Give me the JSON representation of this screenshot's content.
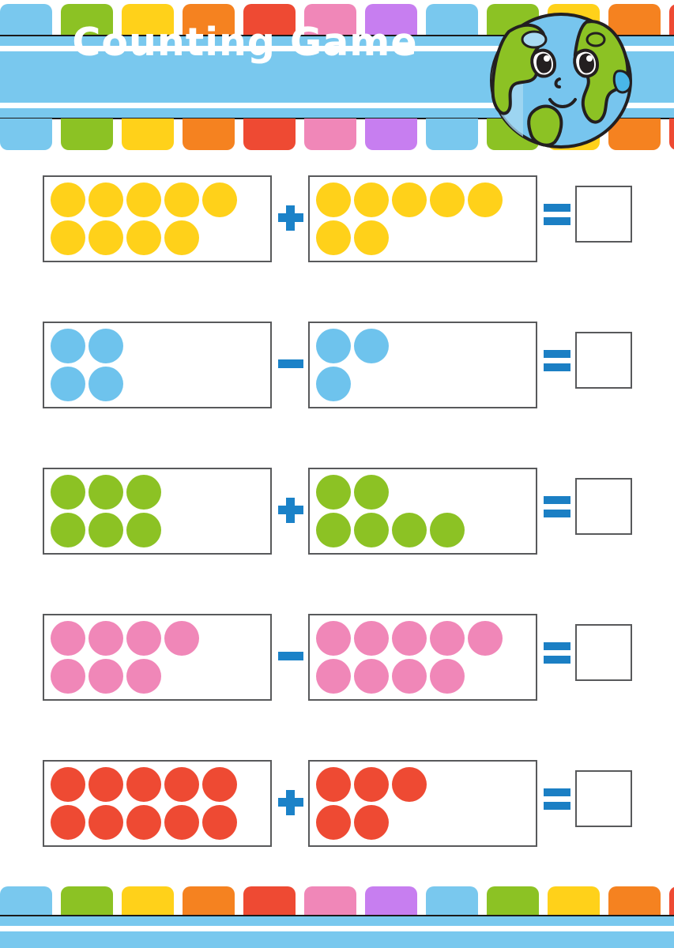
{
  "header": {
    "title": "Counting Game",
    "banner_color": "#79c8ee",
    "title_color": "#ffffff",
    "mascot": "earth-globe-character",
    "mascot_colors": {
      "ocean": "#77c5ee",
      "ocean_light": "#a9daf2",
      "land": "#8cc224",
      "outline": "#231f20",
      "eye_white": "#ffffff",
      "pupil": "#231f20"
    }
  },
  "decor": {
    "top_tile_colors": [
      "#79c8ee",
      "#8cc224",
      "#ffd11a",
      "#f58220",
      "#ee4a33",
      "#f087b8",
      "#c77ef0",
      "#79c8ee",
      "#8cc224",
      "#ffd11a",
      "#f58220",
      "#ee4a33"
    ],
    "bottom_tile_colors": [
      "#79c8ee",
      "#8cc224",
      "#ffd11a",
      "#f58220",
      "#ee4a33",
      "#f087b8",
      "#c77ef0",
      "#79c8ee",
      "#8cc224",
      "#ffd11a",
      "#f58220",
      "#ee4a33"
    ]
  },
  "palette": {
    "yellow": "#ffd11a",
    "blue": "#6ec3ed",
    "green": "#8cc224",
    "pink": "#f087b8",
    "red": "#ee4a33",
    "operator_blue": "#1b82c8",
    "equals_blue": "#1b7fc4",
    "box_border": "#58595b"
  },
  "chart_data": {
    "type": "table",
    "title": "Counting Game",
    "description": "Five picture-counting arithmetic problems; each shows two boxes of colored dots joined by an operator, with an empty answer box after the equals sign.",
    "columns": [
      "left_count",
      "operator",
      "right_count",
      "equals",
      "answer"
    ],
    "rows": [
      {
        "index": 1,
        "color": "yellow",
        "color_hex": "#ffd11a",
        "left_count": 9,
        "left_rows": [
          5,
          4
        ],
        "operator": "+",
        "right_count": 7,
        "right_rows": [
          5,
          2
        ],
        "equals": "=",
        "answer": ""
      },
      {
        "index": 2,
        "color": "blue",
        "color_hex": "#6ec3ed",
        "left_count": 4,
        "left_rows": [
          2,
          2
        ],
        "operator": "-",
        "right_count": 3,
        "right_rows": [
          2,
          1
        ],
        "equals": "=",
        "answer": ""
      },
      {
        "index": 3,
        "color": "green",
        "color_hex": "#8cc224",
        "left_count": 6,
        "left_rows": [
          3,
          3
        ],
        "operator": "+",
        "right_count": 6,
        "right_rows": [
          2,
          4
        ],
        "equals": "=",
        "answer": ""
      },
      {
        "index": 4,
        "color": "pink",
        "color_hex": "#f087b8",
        "left_count": 7,
        "left_rows": [
          4,
          3
        ],
        "operator": "-",
        "right_count": 9,
        "right_rows": [
          5,
          4
        ],
        "equals": "=",
        "answer": ""
      },
      {
        "index": 5,
        "color": "red",
        "color_hex": "#ee4a33",
        "left_count": 10,
        "left_rows": [
          5,
          5
        ],
        "operator": "+",
        "right_count": 5,
        "right_rows": [
          3,
          2
        ],
        "equals": "=",
        "answer": ""
      }
    ]
  }
}
